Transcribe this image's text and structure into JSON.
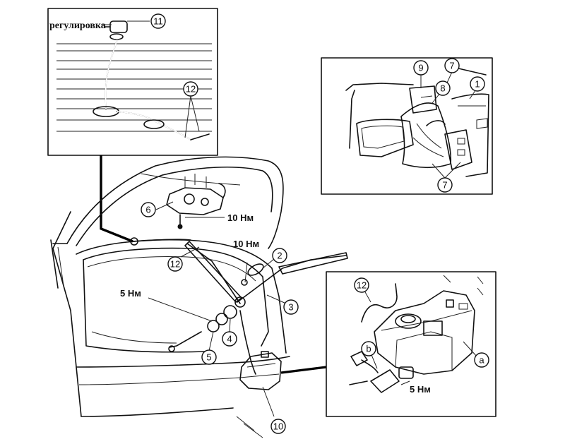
{
  "labels": {
    "adjustment": "регулировка",
    "torque_10_top": "10 Нм",
    "torque_10_mid": "10 Нм",
    "torque_5_left": "5 Нм",
    "torque_5_right": "5 Нм"
  },
  "callouts": {
    "c1": "1",
    "c2": "2",
    "c3": "3",
    "c4": "4",
    "c5": "5",
    "c6": "6",
    "c7": "7",
    "c7b": "7",
    "c8": "8",
    "c9": "9",
    "c10": "10",
    "c11": "11",
    "c12a": "12",
    "c12b": "12",
    "c12c": "12",
    "ca": "a",
    "cb": "b"
  }
}
